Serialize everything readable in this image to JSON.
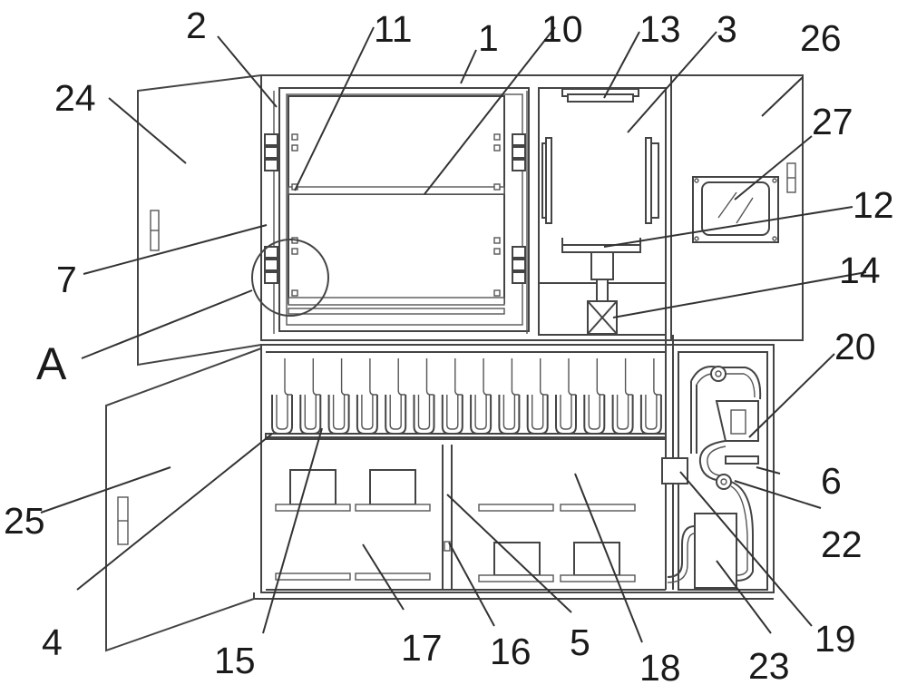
{
  "labels": {
    "n1": "1",
    "n2": "2",
    "n3": "3",
    "n4": "4",
    "n5": "5",
    "n6": "6",
    "n7": "7",
    "n10": "10",
    "n11": "11",
    "n12": "12",
    "n13": "13",
    "n14": "14",
    "n15": "15",
    "n16": "16",
    "n17": "17",
    "n18": "18",
    "n19": "19",
    "n20": "20",
    "n22": "22",
    "n23": "23",
    "n24": "24",
    "n25": "25",
    "n26": "26",
    "n27": "27",
    "detail": "A"
  },
  "colors": {
    "line": "#444444",
    "text": "#1a1a1a",
    "background": "#ffffff"
  }
}
